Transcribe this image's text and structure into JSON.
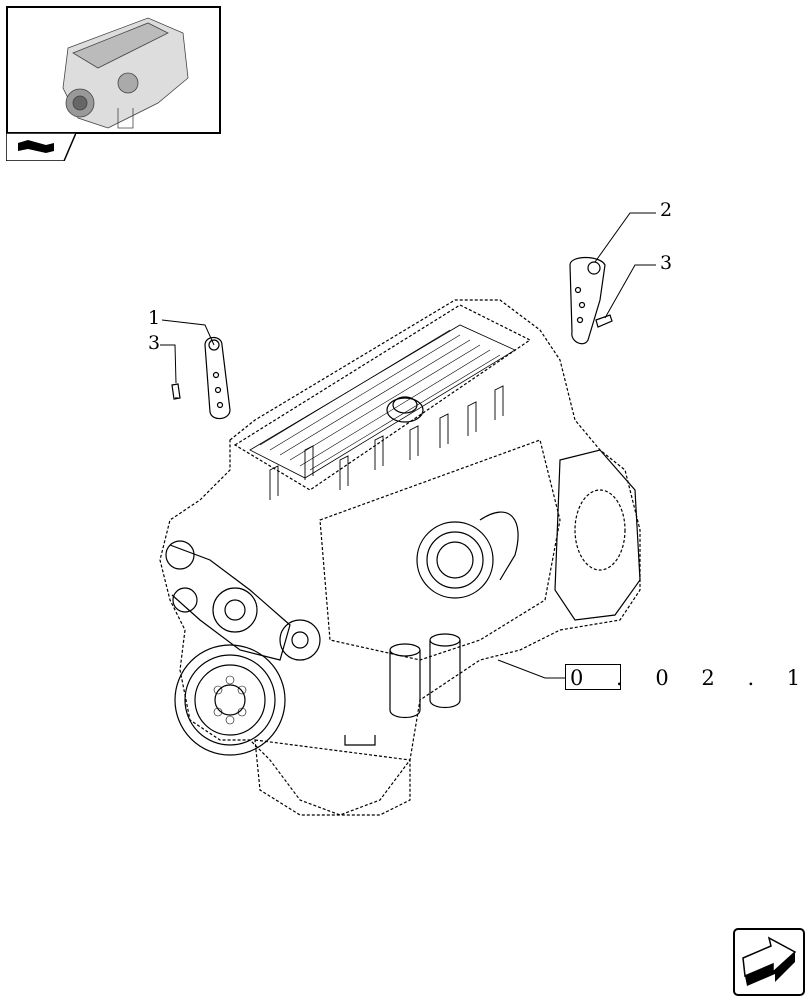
{
  "callouts": {
    "c1": "1",
    "c2": "2",
    "c3a": "3",
    "c3b": "3"
  },
  "reference": {
    "text": "0 . 0 2 . 1"
  },
  "icons": {
    "thumbnail": "engine-thumbnail-icon",
    "tab": "book-icon",
    "nav": "next-page-arrow-icon"
  }
}
